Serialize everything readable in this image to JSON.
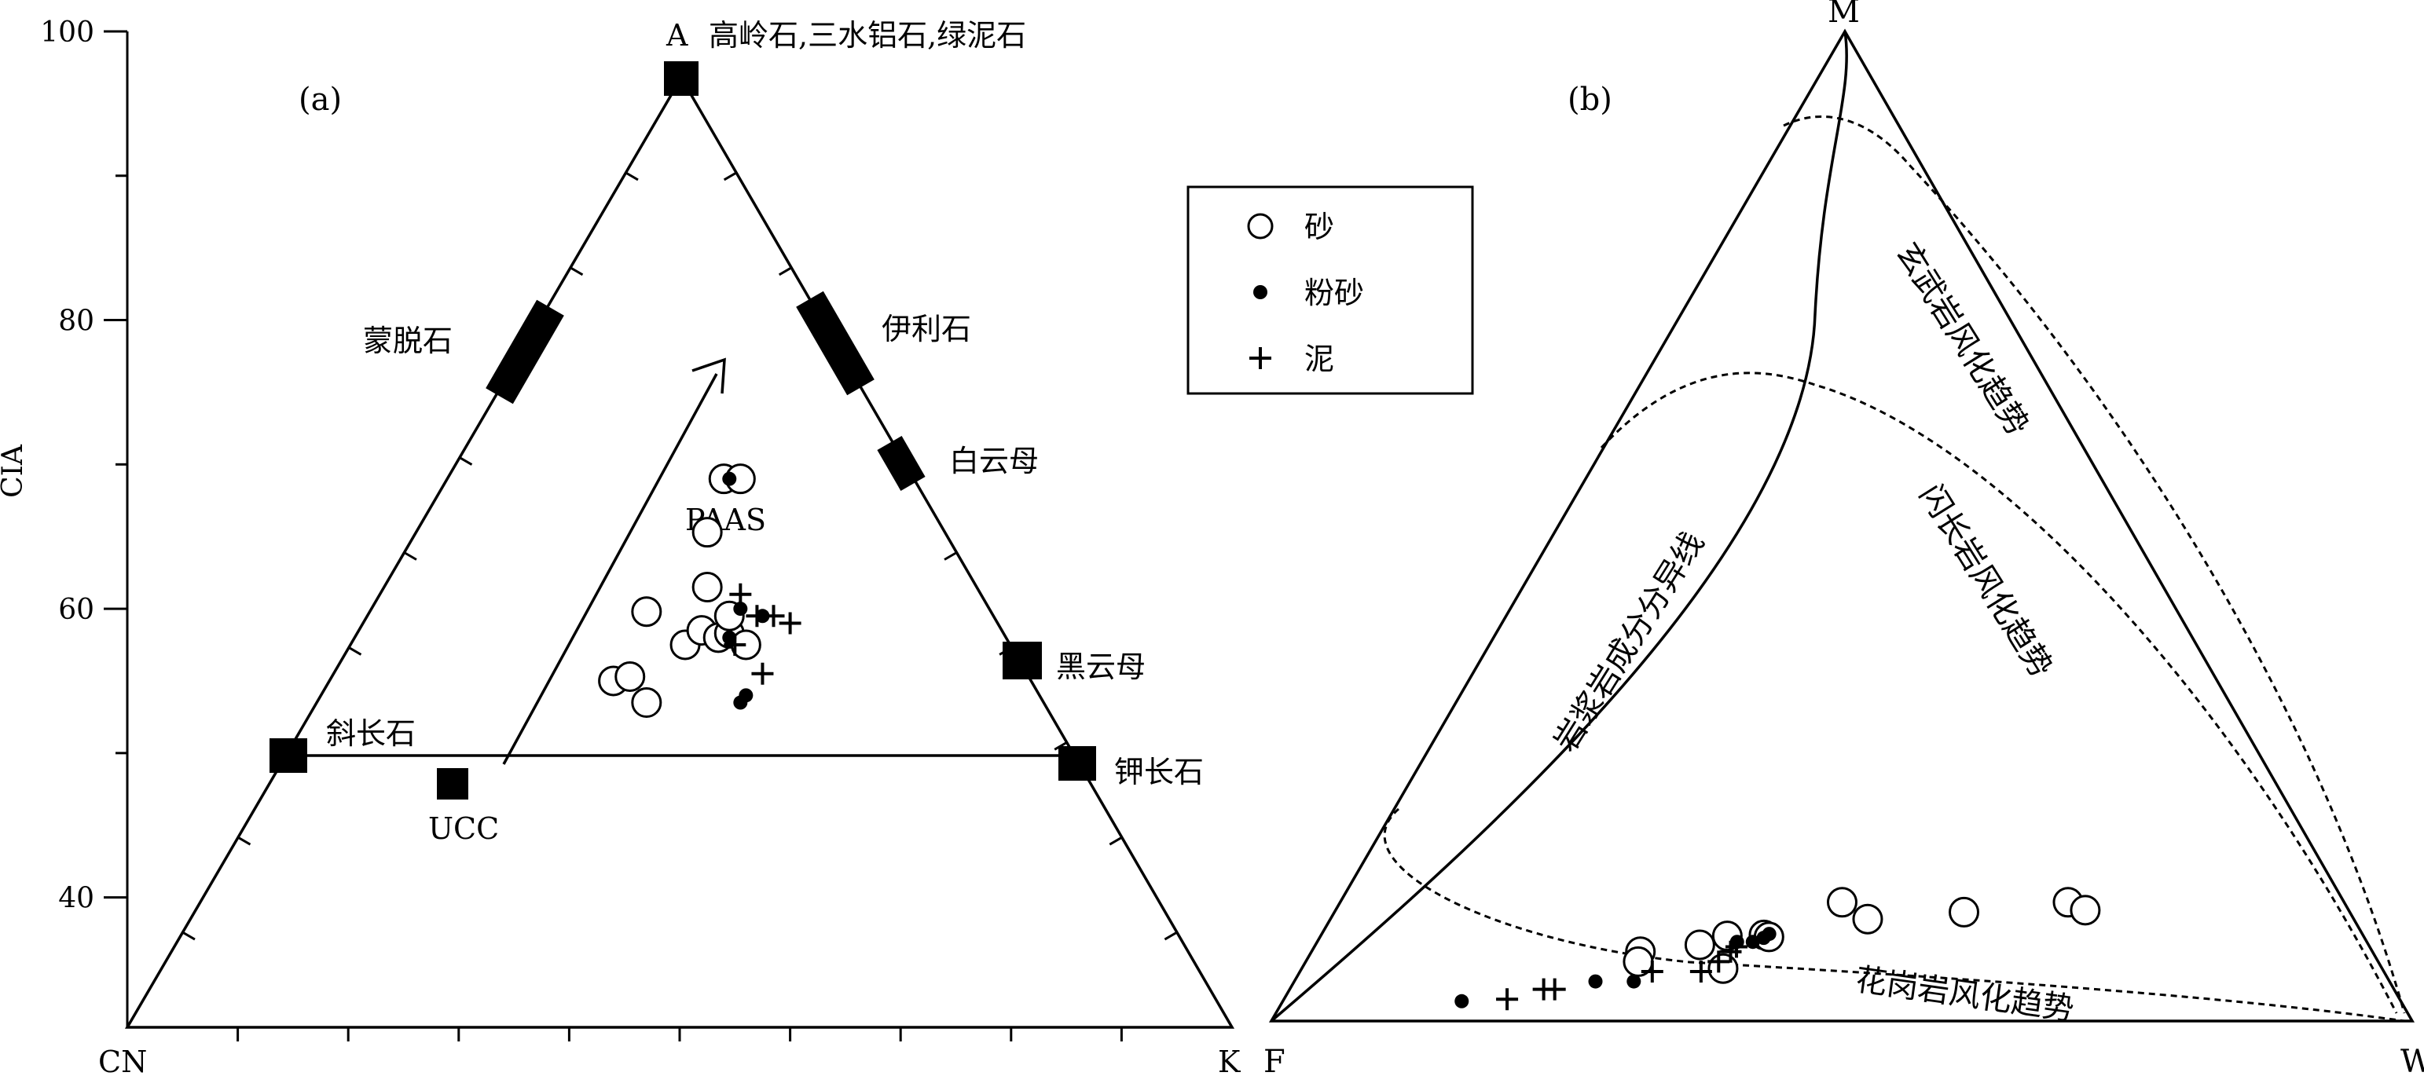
{
  "chart_data": [
    {
      "type": "scatter",
      "panel_label": "(a)",
      "ylabel": "CIA",
      "ylim": [
        31,
        100
      ],
      "yticks": [
        40,
        60,
        80,
        100
      ],
      "vertices": {
        "top": "A",
        "left": "CN",
        "right": "K"
      },
      "top_label_extra": "高岭石,三水铝石,绿泥石",
      "plag_ksp_line_cia": 50,
      "minerals": [
        {
          "name": "蒙脱石",
          "cia_range": [
            75,
            80
          ],
          "pos": 0.5
        },
        {
          "name": "伊利石",
          "cia_range": [
            75,
            80
          ],
          "pos": 0.5
        },
        {
          "name": "白云母",
          "cia": 70
        },
        {
          "name": "黑云母",
          "cia": 56
        },
        {
          "name": "斜长石",
          "cia": 50
        },
        {
          "name": "钾长石",
          "cia": 50
        },
        {
          "name": "UCC",
          "cia": 48
        }
      ],
      "reference_labels": {
        "paas": "PAAS"
      },
      "trend_arrow": {
        "from": [
          0.345,
          49
        ],
        "to": [
          0.555,
          77
        ]
      },
      "series": [
        {
          "name": "砂",
          "marker": "circle",
          "points": [
            [
              0.54,
              69
            ],
            [
              0.555,
              69
            ],
            [
              0.525,
              65.3
            ],
            [
              0.525,
              61.5
            ],
            [
              0.47,
              59.8
            ],
            [
              0.505,
              57.5
            ],
            [
              0.52,
              58.5
            ],
            [
              0.535,
              58
            ],
            [
              0.545,
              58.3
            ],
            [
              0.56,
              57.5
            ],
            [
              0.44,
              55
            ],
            [
              0.455,
              55.3
            ],
            [
              0.47,
              53.5
            ],
            [
              0.545,
              59.5
            ]
          ]
        },
        {
          "name": "粉砂",
          "marker": "dot",
          "points": [
            [
              0.545,
              69
            ],
            [
              0.555,
              60
            ],
            [
              0.575,
              59.5
            ],
            [
              0.545,
              58
            ],
            [
              0.56,
              54
            ],
            [
              0.555,
              53.5
            ]
          ]
        },
        {
          "name": "泥",
          "marker": "plus",
          "points": [
            [
              0.555,
              61
            ],
            [
              0.57,
              59.5
            ],
            [
              0.585,
              59.5
            ],
            [
              0.6,
              59
            ],
            [
              0.55,
              57.5
            ],
            [
              0.575,
              55.5
            ]
          ]
        }
      ]
    },
    {
      "type": "scatter",
      "panel_label": "(b)",
      "vertices": {
        "top": "M",
        "left": "F",
        "right": "W"
      },
      "curve_labels": {
        "boundary": "岩浆岩成分分异线",
        "basalt": "玄武岩风化趋势",
        "diorite": "闪长岩风化趋势",
        "granite": "花岗岩风化趋势"
      },
      "series": [
        {
          "name": "砂",
          "marker": "circle",
          "points": [
            [
              0.31,
              0.07
            ],
            [
              0.31,
              0.06
            ],
            [
              0.365,
              0.077
            ],
            [
              0.39,
              0.086
            ],
            [
              0.39,
              0.053
            ],
            [
              0.425,
              0.087
            ],
            [
              0.43,
              0.085
            ],
            [
              0.5,
              0.12
            ],
            [
              0.525,
              0.103
            ],
            [
              0.62,
              0.11
            ],
            [
              0.725,
              0.12
            ],
            [
              0.74,
              0.112
            ]
          ]
        },
        {
          "name": "粉砂",
          "marker": "dot",
          "points": [
            [
              0.16,
              0.02
            ],
            [
              0.275,
              0.04
            ],
            [
              0.31,
              0.04
            ],
            [
              0.4,
              0.08
            ],
            [
              0.415,
              0.08
            ],
            [
              0.425,
              0.084
            ],
            [
              0.43,
              0.088
            ]
          ]
        },
        {
          "name": "泥",
          "marker": "plus",
          "points": [
            [
              0.2,
              0.022
            ],
            [
              0.23,
              0.032
            ],
            [
              0.24,
              0.032
            ],
            [
              0.325,
              0.05
            ],
            [
              0.37,
              0.05
            ],
            [
              0.385,
              0.06
            ],
            [
              0.395,
              0.07
            ],
            [
              0.4,
              0.075
            ]
          ]
        }
      ]
    }
  ],
  "legend": {
    "items": [
      {
        "label": "砂",
        "marker": "circle"
      },
      {
        "label": "粉砂",
        "marker": "dot"
      },
      {
        "label": "泥",
        "marker": "plus"
      }
    ]
  }
}
